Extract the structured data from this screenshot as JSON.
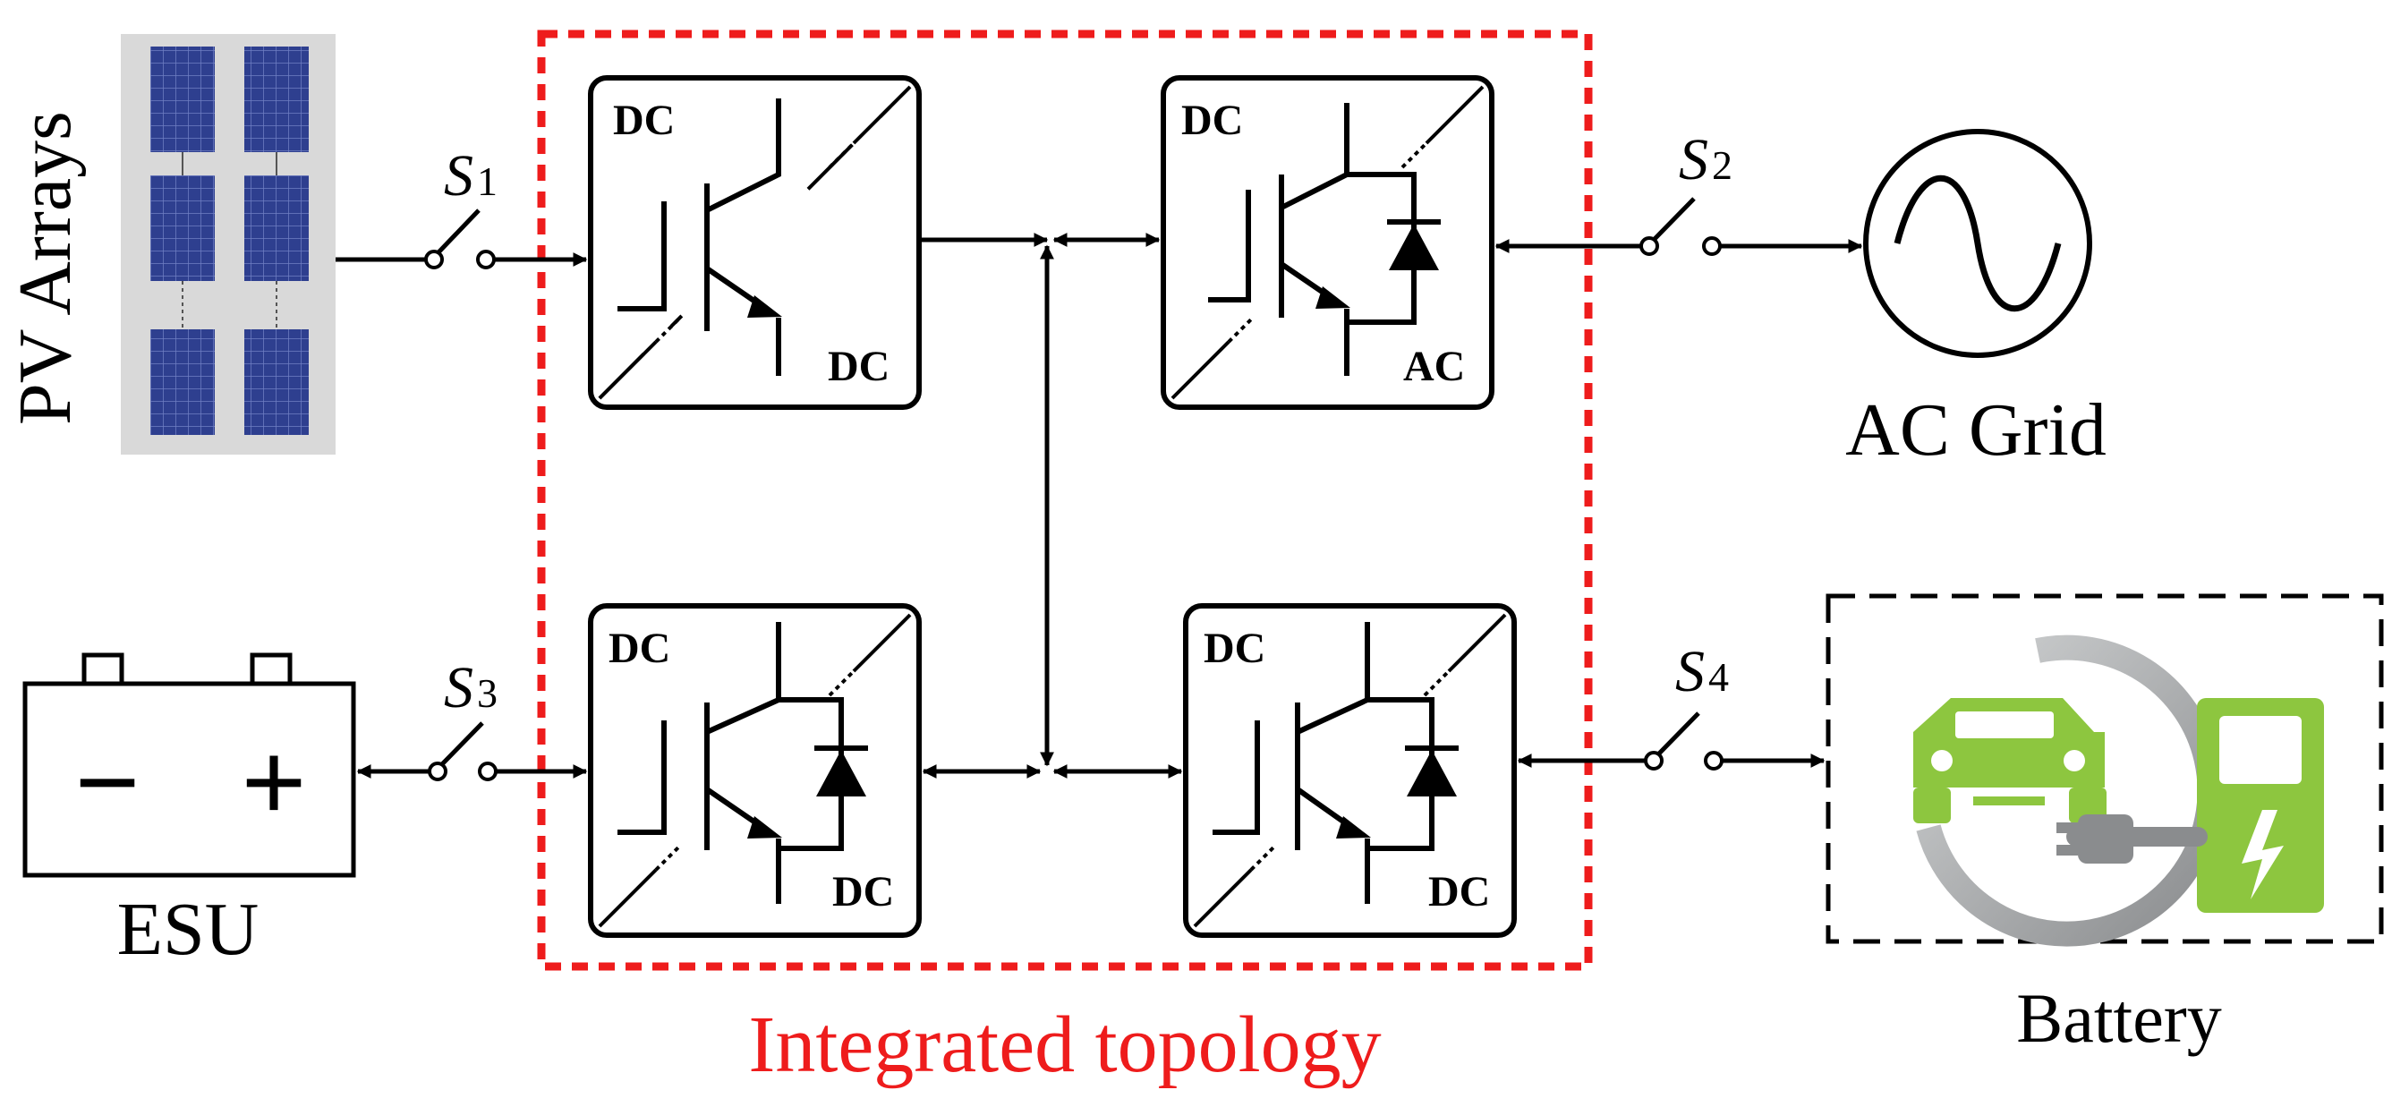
{
  "labels": {
    "pv_arrays": "PV Arrays",
    "ac_grid": "AC Grid",
    "esu": "ESU",
    "battery": "Battery",
    "integrated_topology": "Integrated topology"
  },
  "switches": {
    "s1": {
      "letter": "S",
      "sub": "1"
    },
    "s2": {
      "letter": "S",
      "sub": "2"
    },
    "s3": {
      "letter": "S",
      "sub": "3"
    },
    "s4": {
      "letter": "S",
      "sub": "4"
    }
  },
  "converters": {
    "top_left": {
      "in": "DC",
      "out": "DC"
    },
    "top_right": {
      "in": "DC",
      "out": "AC"
    },
    "bottom_left": {
      "in": "DC",
      "out": "DC"
    },
    "bottom_right": {
      "in": "DC",
      "out": "DC"
    }
  },
  "battery_symbols": {
    "minus": "−",
    "plus": "+"
  },
  "icons": {
    "pv": "solar-panel-icon",
    "grid": "ac-source-icon",
    "esu": "battery-icon",
    "ev": "ev-charger-icon"
  },
  "colors": {
    "line": "#000000",
    "accent_red": "#ee1c1c",
    "ev_green": "#8dc63f",
    "ev_gray": "#a7a9ac",
    "panel_blue": "#2e3f8f",
    "panel_bg": "#d9d9d9"
  }
}
